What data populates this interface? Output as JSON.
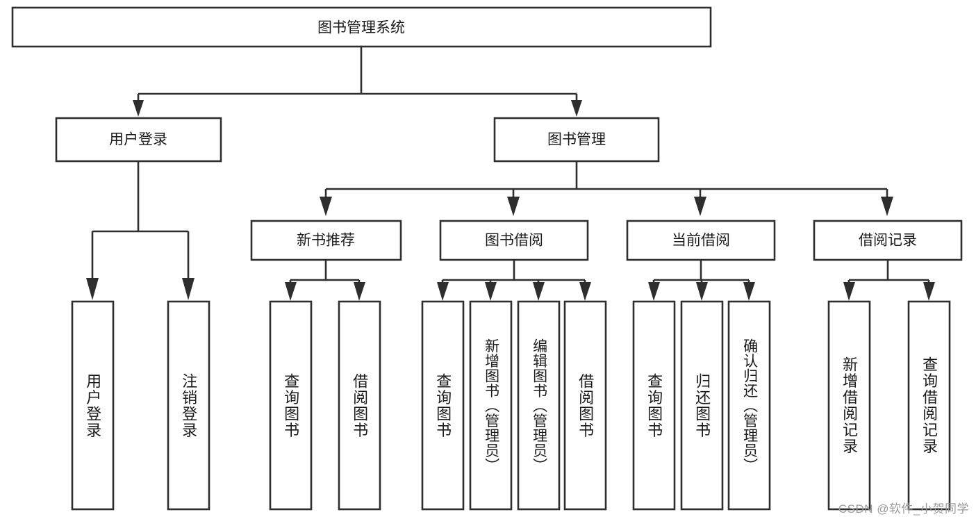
{
  "diagram": {
    "title": "图书管理系统",
    "type": "tree-hierarchy-diagram",
    "colors": {
      "background": "#ffffff",
      "box_fill": "#ffffff",
      "line": "#2e2e2e",
      "text": "#1a1a1a",
      "watermark": "#9a9a9a"
    },
    "root": {
      "label": "图书管理系统"
    },
    "level1": [
      {
        "label": "用户登录"
      },
      {
        "label": "图书管理"
      }
    ],
    "level2": [
      {
        "label": "新书推荐"
      },
      {
        "label": "图书借阅"
      },
      {
        "label": "当前借阅"
      },
      {
        "label": "借阅记录"
      }
    ],
    "leaves": {
      "user_login": [
        {
          "label": "用户登录"
        },
        {
          "label": "注销登录"
        }
      ],
      "new_book_recommend": [
        {
          "label": "查询图书"
        },
        {
          "label": "借阅图书"
        }
      ],
      "book_borrow": [
        {
          "label": "查询图书"
        },
        {
          "label": "新增图书（管理员）"
        },
        {
          "label": "编辑图书（管理员）"
        },
        {
          "label": "借阅图书"
        }
      ],
      "current_borrow": [
        {
          "label": "查询图书"
        },
        {
          "label": "归还图书"
        },
        {
          "label": "确认归还（管理员）"
        }
      ],
      "borrow_record": [
        {
          "label": "新增借阅记录"
        },
        {
          "label": "查询借阅记录"
        }
      ]
    }
  },
  "watermark": {
    "text": "CSDN @软件_小贺同学"
  }
}
